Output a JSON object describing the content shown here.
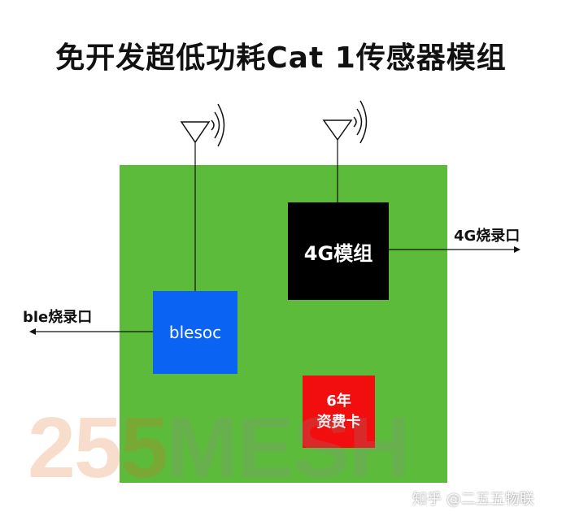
{
  "title": "免开发超低功耗Cat 1传感器模组",
  "blocks": {
    "module_4g": "4G模组",
    "ble_soc": "blesoc",
    "sim_line1": "6年",
    "sim_line2": "资费卡"
  },
  "ports": {
    "port_4g": "4G烧录口",
    "port_ble": "ble烧录口"
  },
  "watermark": {
    "part_a": "255",
    "part_b": "MESH"
  },
  "credit": "知乎 @二五五物联",
  "colors": {
    "board": "#5dbb3c",
    "module_4g": "#000000",
    "ble_soc": "#0a63f2",
    "sim": "#f20e0e"
  }
}
